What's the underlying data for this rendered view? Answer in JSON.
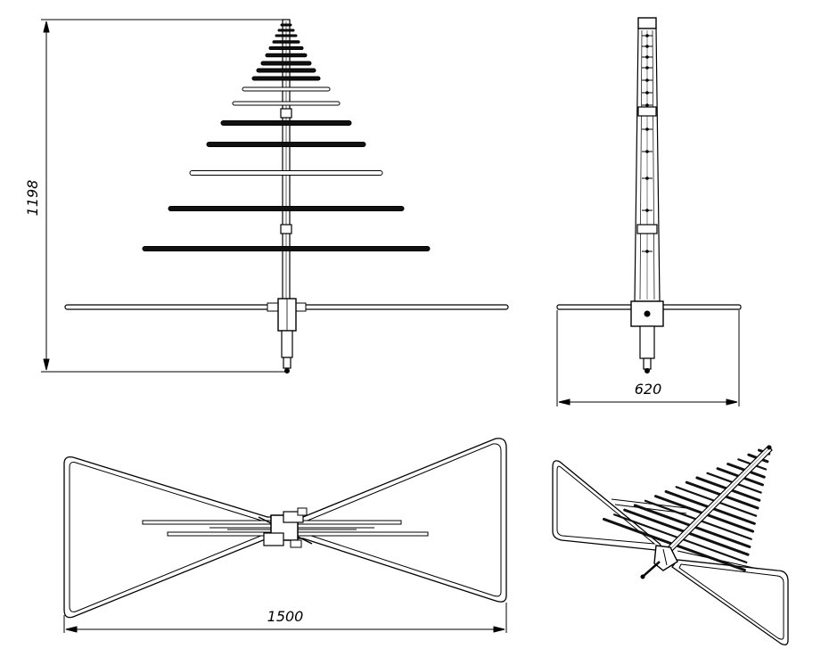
{
  "dimensions": {
    "height": "1198",
    "depth": "620",
    "width": "1500"
  },
  "colors": {
    "line": "#000000",
    "element": "#111111",
    "background": "#ffffff"
  }
}
